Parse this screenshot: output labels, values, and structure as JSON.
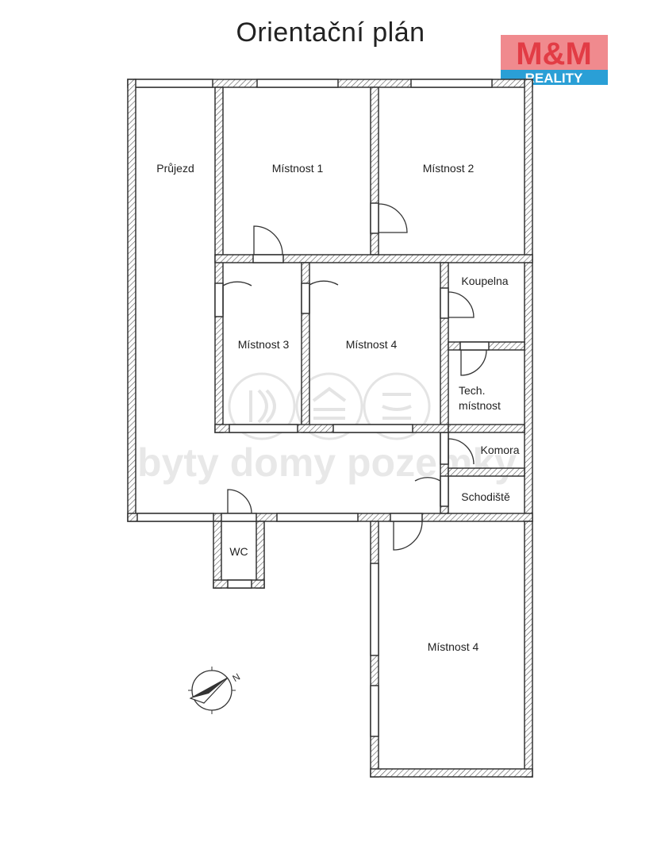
{
  "title": "Orientační plán",
  "logo": {
    "brand": "M&M",
    "sub": "REALITY",
    "color_main": "#e8474e",
    "color_sub": "#2a9fd6"
  },
  "watermark": {
    "text": "byty domy pozemky"
  },
  "rooms": {
    "prujezd": "Průjezd",
    "mistnost1": "Místnost 1",
    "mistnost2": "Místnost 2",
    "mistnost3": "Místnost 3",
    "mistnost4a": "Místnost 4",
    "koupelna": "Koupelna",
    "tech_line1": "Tech.",
    "tech_line2": "místnost",
    "komora": "Komora",
    "schodiste": "Schodiště",
    "wc": "WC",
    "mistnost4b": "Místnost 4"
  },
  "compass": {
    "label": "N",
    "icon": "compass-icon"
  }
}
